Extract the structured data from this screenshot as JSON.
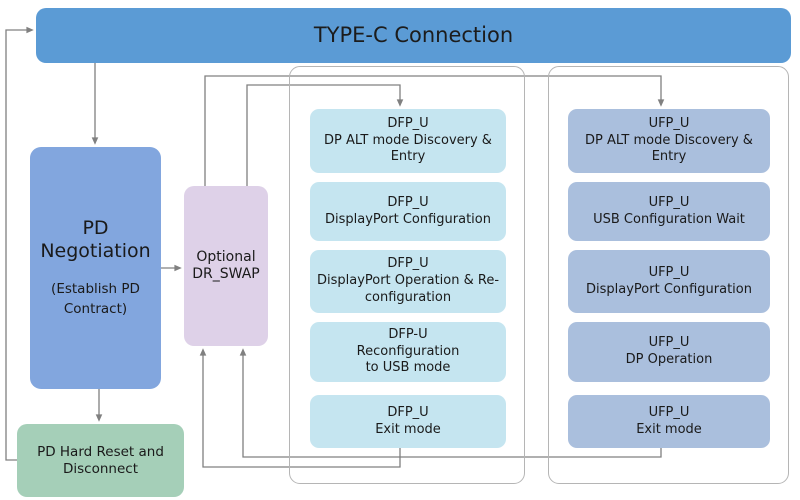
{
  "diagram": {
    "title": "TYPE-C Connection",
    "header": {
      "label": "TYPE-C Connection"
    },
    "left_column": {
      "pd_negotiation": {
        "title_line1": "PD",
        "title_line2": "Negotiation",
        "sub_line1": "(Establish PD",
        "sub_line2": "Contract)"
      },
      "pd_hard_reset": {
        "line1": "PD Hard Reset and",
        "line2": "Disconnect"
      }
    },
    "dr_swap": {
      "line1": "Optional",
      "line2": "DR_SWAP"
    },
    "dfp_column": {
      "name": "DFP_U",
      "stages": [
        {
          "line1": "DFP_U",
          "line2": "DP ALT mode Discovery &",
          "line3": "Entry"
        },
        {
          "line1": "DFP_U",
          "line2": "DisplayPort Configuration",
          "line3": ""
        },
        {
          "line1": "DFP_U",
          "line2": "DisplayPort Operation & Re-",
          "line3": "configuration"
        },
        {
          "line1": "DFP-U",
          "line2": "Reconfiguration",
          "line3": "to USB mode"
        },
        {
          "line1": "DFP_U",
          "line2": "Exit mode",
          "line3": ""
        }
      ]
    },
    "ufp_column": {
      "name": "UFP_U",
      "stages": [
        {
          "line1": "UFP_U",
          "line2": "DP ALT mode Discovery &",
          "line3": "Entry"
        },
        {
          "line1": "UFP_U",
          "line2": "USB Configuration Wait",
          "line3": ""
        },
        {
          "line1": "UFP_U",
          "line2": "DisplayPort Configuration",
          "line3": ""
        },
        {
          "line1": "UFP_U",
          "line2": "DP Operation",
          "line3": ""
        },
        {
          "line1": "UFP_U",
          "line2": "Exit mode",
          "line3": ""
        }
      ]
    },
    "colors": {
      "type_c": "#5b9bd5",
      "pd_negotiation": "#82a6de",
      "pd_hard_reset": "#a5cfb8",
      "dr_swap": "#ded1e8",
      "dfp_stage": "#c5e5f0",
      "ufp_stage": "#aabfdd",
      "connector": "#808080",
      "group_outline": "#b5b5b5",
      "background": "#ffffff"
    }
  }
}
